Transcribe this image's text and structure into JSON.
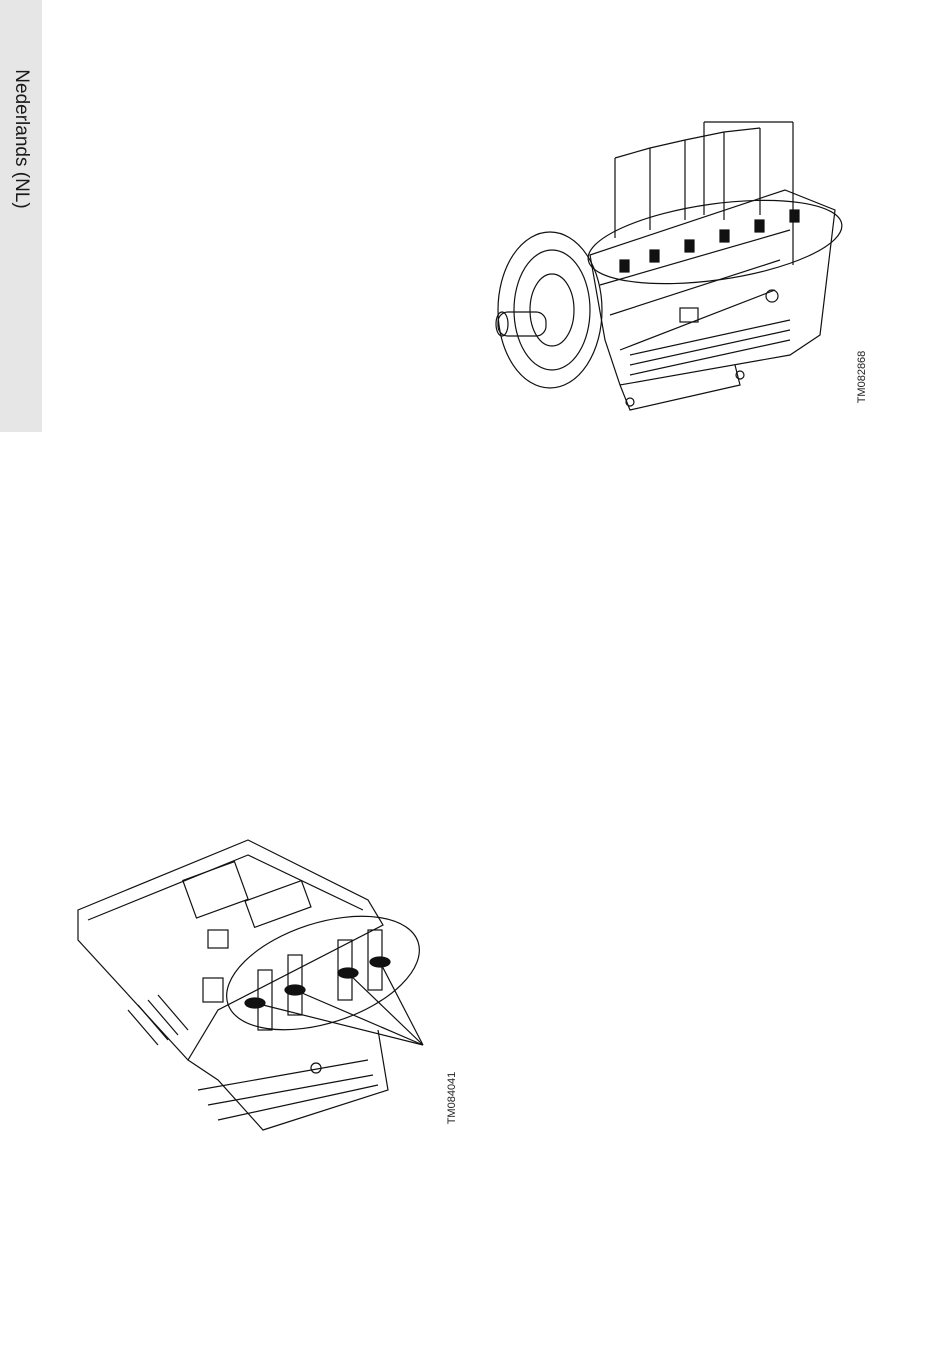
{
  "sidebar": {
    "language_label": "Nederlands (NL)"
  },
  "figures": [
    {
      "code": "TM082868",
      "illustration": "motor-with-terminal-connections-illustration"
    },
    {
      "code": "TM084041",
      "illustration": "control-board-terminal-screws-illustration"
    }
  ]
}
